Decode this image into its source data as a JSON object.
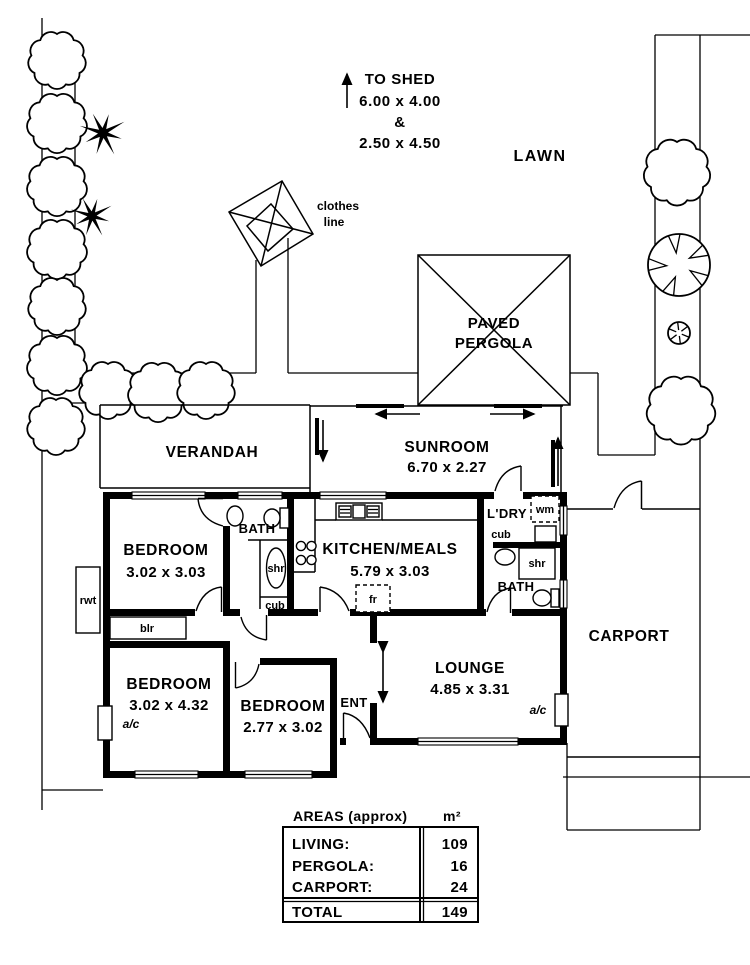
{
  "annotations": {
    "to_shed": [
      "TO SHED",
      "6.00 x 4.00",
      "&",
      "2.50 x 4.50"
    ],
    "lawn": "LAWN",
    "clothes_line": [
      "clothes",
      "line"
    ],
    "pergola": [
      "PAVED",
      "PERGOLA"
    ]
  },
  "rooms": {
    "verandah": {
      "name": "VERANDAH"
    },
    "sunroom": {
      "name": "SUNROOM",
      "dims": "6.70 x 2.27"
    },
    "kitchen_meals": {
      "name": "KITCHEN/MEALS",
      "dims": "5.79 x 3.03"
    },
    "bedroom_1": {
      "name": "BEDROOM",
      "dims": "3.02 x 3.03"
    },
    "bedroom_2": {
      "name": "BEDROOM",
      "dims": "3.02 x 4.32"
    },
    "bedroom_3": {
      "name": "BEDROOM",
      "dims": "2.77 x 3.02"
    },
    "lounge": {
      "name": "LOUNGE",
      "dims": "4.85 x 3.31"
    },
    "bath_1": {
      "name": "BATH"
    },
    "bath_2": {
      "name": "BATH"
    },
    "laundry": {
      "name": "L'DRY"
    },
    "carport": {
      "name": "CARPORT"
    },
    "entry": {
      "name": "ENT"
    }
  },
  "fixtures": {
    "shower_1": "shr",
    "shower_2": "shr",
    "cupboard_1": "cub",
    "cupboard_2": "cub",
    "washing_machine": "wm",
    "fridge": "fr",
    "boiler": "blr",
    "rainwater_tank": "rwt",
    "aircon_1": "a/c",
    "aircon_2": "a/c"
  },
  "areas_table": {
    "title": "AREAS (approx)",
    "unit": "m²",
    "rows": [
      {
        "label": "LIVING:",
        "value": "109"
      },
      {
        "label": "PERGOLA:",
        "value": "16"
      },
      {
        "label": "CARPORT:",
        "value": "24"
      }
    ],
    "total": {
      "label": "TOTAL",
      "value": "149"
    }
  }
}
